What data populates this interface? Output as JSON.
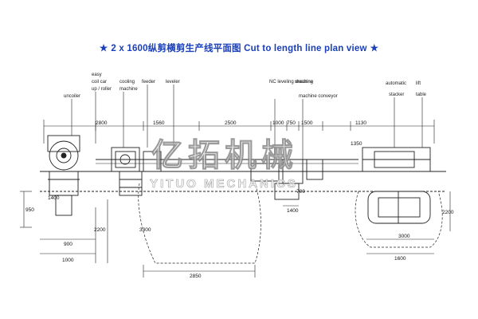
{
  "title": {
    "star_left": "★",
    "text": "2 x 1600纵剪横剪生产线平面图  Cut to length line plan view",
    "star_right": "★"
  },
  "labels": {
    "uncoiler": "uncoiler",
    "easy_coil": "easy",
    "coil_car": "coil car",
    "upper_roller": "up / roller",
    "cooling_machine": "cooling",
    "machine": "machine",
    "feeder": "feeder",
    "leveler": "leveler",
    "leveling": "NC leveling machine",
    "shearing": "shearing",
    "conveyor": "machine conveyor",
    "automatic": "automatic",
    "stacker": "stacker",
    "lift": "lift",
    "table": "table"
  },
  "dimensions": {
    "d2800": "2800",
    "d1560": "1560",
    "d2500": "2500",
    "d1000": "1000",
    "d750": "750",
    "d1500": "1500",
    "d1130": "1130",
    "d950": "950",
    "d1400": "1400",
    "d900": "900",
    "d1000b": "1000",
    "d2200": "2200",
    "d3300": "3300",
    "d2850": "2850",
    "d1400b": "1400",
    "d3000": "3000",
    "d1600": "1600",
    "d2200b": "2200",
    "d1350": "1350",
    "d700": "700"
  },
  "watermark": {
    "cn": "亿拓机械",
    "en": "YITUO MECHANICS"
  }
}
